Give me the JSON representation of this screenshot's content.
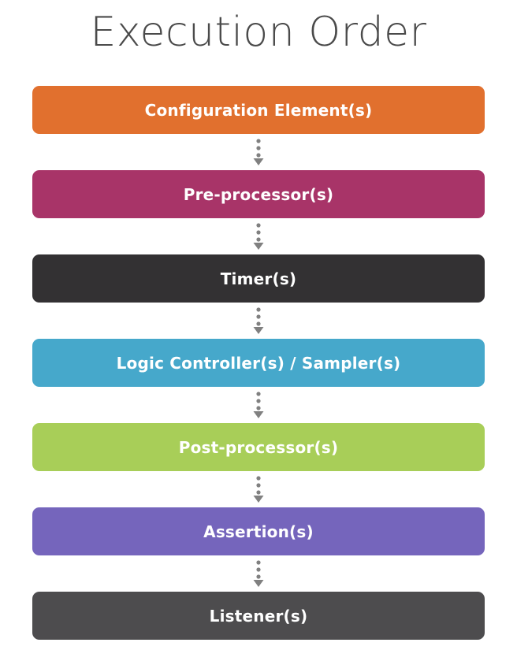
{
  "diagram": {
    "title": "Execution Order",
    "title_color": "#4a4a4a",
    "background_color": "#ffffff",
    "connector_color": "#808080",
    "connector_icon": "dotted-down-arrow-icon",
    "label_color": "#ffffff",
    "steps": [
      {
        "order": 1,
        "label": "Configuration Element(s)",
        "color": "#e1702e",
        "name": "configuration-element"
      },
      {
        "order": 2,
        "label": "Pre-processor(s)",
        "color": "#a83468",
        "name": "pre-processor"
      },
      {
        "order": 3,
        "label": "Timer(s)",
        "color": "#333133",
        "name": "timer"
      },
      {
        "order": 4,
        "label": "Logic Controller(s) / Sampler(s)",
        "color": "#46a8cb",
        "name": "logic-controller-sampler"
      },
      {
        "order": 5,
        "label": "Post-processor(s)",
        "color": "#a8ce58",
        "name": "post-processor"
      },
      {
        "order": 6,
        "label": "Assertion(s)",
        "color": "#7565bc",
        "name": "assertion"
      },
      {
        "order": 7,
        "label": "Listener(s)",
        "color": "#4d4c4e",
        "name": "listener"
      }
    ]
  }
}
